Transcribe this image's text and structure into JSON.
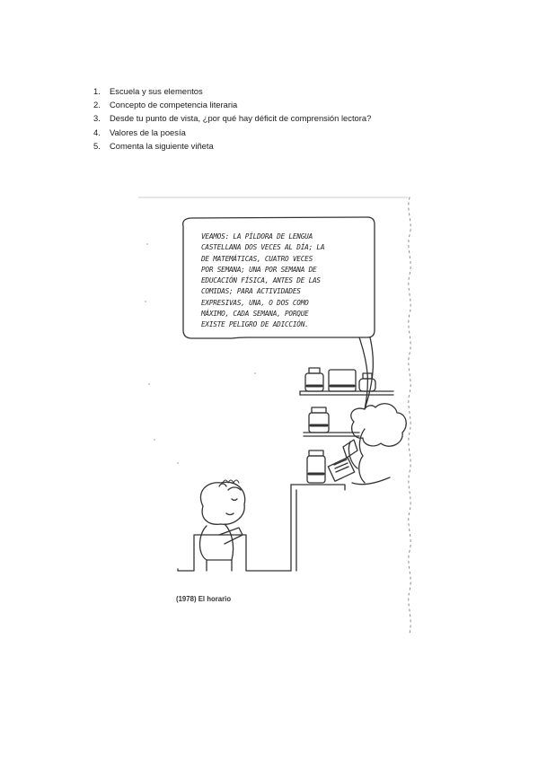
{
  "questions": [
    {
      "number": "1.",
      "text": "Escuela y sus elementos"
    },
    {
      "number": "2.",
      "text": "Concepto de competencia literaria"
    },
    {
      "number": "3.",
      "text": "Desde tu punto de vista, ¿por qué hay déficit de comprensión lectora?"
    },
    {
      "number": "4.",
      "text": "Valores de la poesía"
    },
    {
      "number": "5.",
      "text": "Comenta la siguiente viñeta"
    }
  ],
  "comic": {
    "speech_lines": [
      "Veamos: la píldora de lengua",
      "castellana dos veces al día; la",
      "de matemáticas, cuatro veces",
      "por semana; una por semana de",
      "educación física, antes de las",
      "comidas; para actividades",
      "expresivas, una, o dos como",
      "máximo, cada semana, porque",
      "existe peligro de adicción."
    ],
    "caption": "(1978) El horario"
  }
}
